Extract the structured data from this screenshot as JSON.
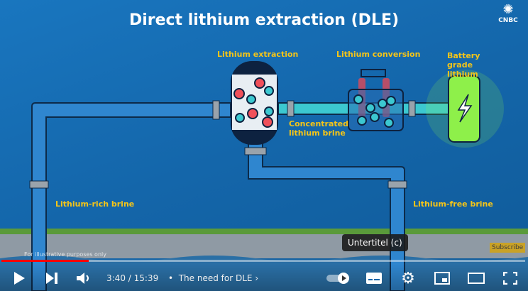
{
  "video": {
    "title_overlay": "Direct lithium extraction (DLE)",
    "brand_logo": "CNBC",
    "labels": {
      "extraction": "Lithium extraction",
      "conversion": "Lithium conversion",
      "battery": "Battery grade lithium",
      "concentrated": "Concentrated lithium brine",
      "rich": "Lithium-rich brine",
      "free": "Lithium-free brine"
    },
    "subscribe": "Subscribe",
    "disclaimer": "For illustrative purposes only"
  },
  "tooltip": "Untertitel (c)",
  "player": {
    "current_time": "3:40",
    "duration": "15:39",
    "time_display": "3:40 / 15:39",
    "separator": "•",
    "chapter": "The need for DLE",
    "progress_fraction": 0.166,
    "accent_color": "#ff0000"
  },
  "icons": [
    "play-icon",
    "next-icon",
    "volume-icon",
    "chevron-right-icon",
    "autoplay-toggle",
    "subtitles-icon",
    "settings-icon",
    "miniplayer-icon",
    "theater-icon",
    "fullscreen-icon"
  ]
}
